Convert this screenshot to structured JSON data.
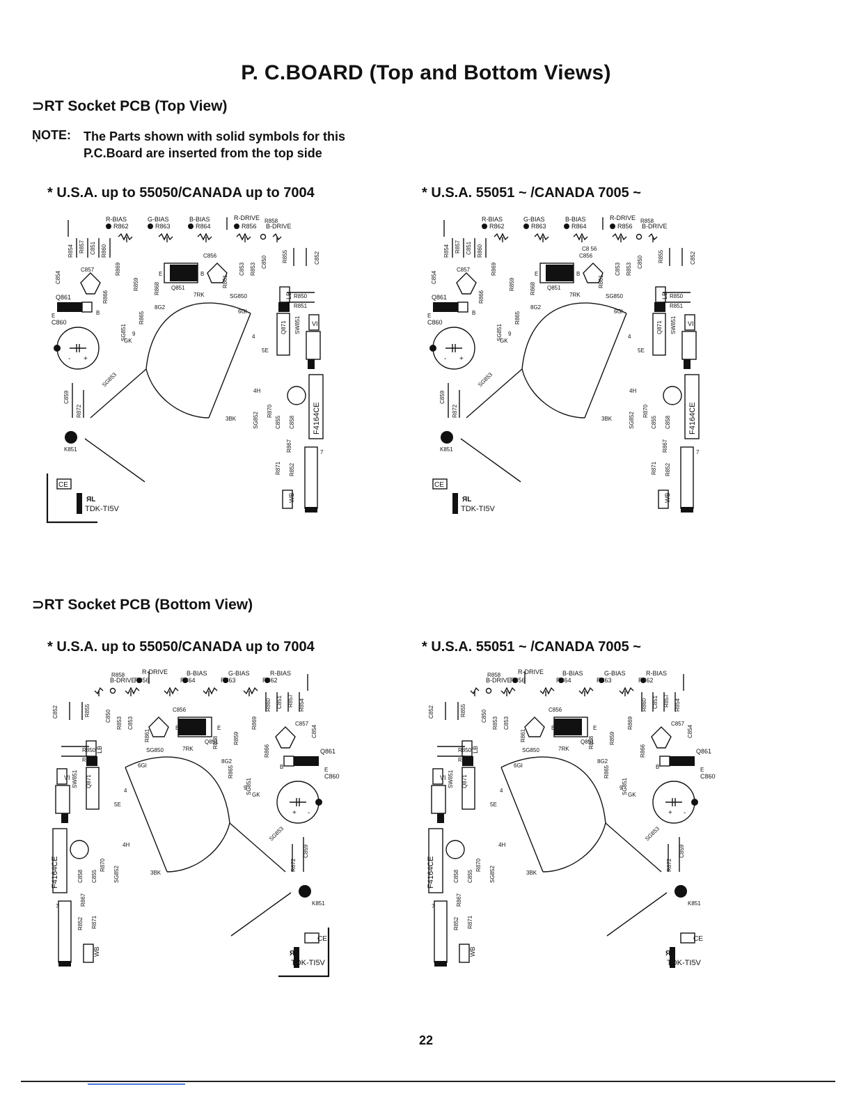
{
  "page": {
    "title": "P. C.BOARD (Top and Bottom Views)",
    "page_number": "22"
  },
  "top_section": {
    "heading": "⊃RT Socket PCB (Top View)",
    "note_label": "ŅOTE:",
    "note_line1": "The Parts shown with solid symbols for this",
    "note_line2": "P.C.Board are inserted from the top side",
    "variant_left": "* U.S.A. up to 55050/CANADA up to 7004",
    "variant_right": "* U.S.A. 55051 ~ /CANADA 7005 ~"
  },
  "bottom_section": {
    "heading": "⊃RT Socket PCB (Bottom View)",
    "variant_left": "* U.S.A. up to 55050/CANADA up to 7004",
    "variant_right": "* U.S.A. 55051 ~ /CANADA 7005 ~"
  },
  "labels": {
    "r_bias": "R-BIAS",
    "g_bias": "G-BIAS",
    "b_bias": "B-BIAS",
    "r_drive": "R-DRIVE",
    "b_drive": "B-DRIVE",
    "r862": "R862",
    "r863": "R863",
    "r864": "R864",
    "r856": "R856",
    "r858": "R858",
    "r854": "R854",
    "r857": "R857",
    "c851": "C851",
    "r860": "R860",
    "c857": "C857",
    "c854": "C854",
    "r869": "R869",
    "r866": "R866",
    "q861": "Q861",
    "r859": "R859",
    "r868": "R868",
    "c856": "C856",
    "q851": "Q851",
    "r861": "R861",
    "c853": "C853",
    "r853": "R853",
    "c850": "C850",
    "r855": "R855",
    "c852": "C852",
    "sg850": "SG850",
    "r850": "R850",
    "r851": "R851",
    "c860": "C860",
    "r865": "R865",
    "sg851": "SG851",
    "sg853": "SG853",
    "q871": "Q871",
    "sw851": "SW851",
    "c859": "C859",
    "r872": "R872",
    "k851": "K851",
    "r870": "R870",
    "c855": "C855",
    "c858": "C858",
    "sg852": "SG852",
    "r867": "R867",
    "r871": "R871",
    "r852": "R852",
    "c8_56": "C8 56",
    "lb": "LB",
    "vi": "VI",
    "wb": "WB",
    "ce": "CE",
    "f4164ce": "F4164CE",
    "tdk": "TDK-TI5V",
    "ul": "ЯL",
    "e": "E",
    "b": "B",
    "pin_7rk": "7RK",
    "pin_8g2": "8G2",
    "pin_6g1": "6GI",
    "pin_5e": "5E",
    "pin_4h": "4H",
    "pin_3bk": "3BK",
    "pin_9": "9",
    "pin_gk": "GK",
    "pin_4": "4",
    "pin_7": "7",
    "plus": "+",
    "minus": "-"
  }
}
